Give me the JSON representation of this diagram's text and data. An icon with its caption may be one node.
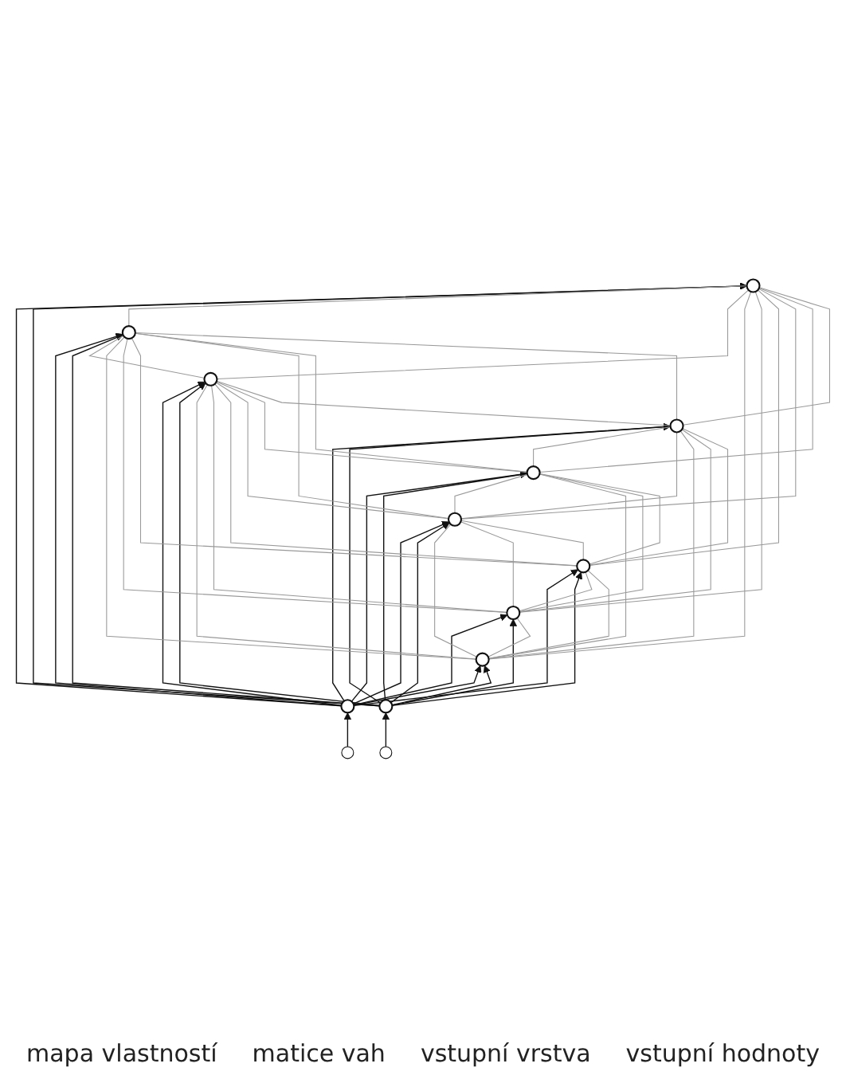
{
  "diagram": {
    "nodes": [
      {
        "text": [],
        "shape": "circle"
      },
      {
        "text": [],
        "shape": "circle"
      },
      {
        "text": [],
        "shape": "circle"
      },
      {
        "text": [],
        "shape": "circle"
      },
      {
        "text": [],
        "shape": "circle"
      },
      {
        "text": [],
        "shape": "circle"
      },
      {
        "text": [],
        "shape": "circle"
      },
      {
        "text": [],
        "shape": "circle"
      },
      {
        "text": [],
        "shape": "circle"
      },
      {
        "text": [],
        "shape": "circle"
      },
      {
        "text": [],
        "shape": "circle"
      }
    ],
    "edges": [
      {
        "from": null,
        "to": 9,
        "arrow": "to",
        "color": "#111111"
      },
      {
        "from": null,
        "to": 10,
        "arrow": "to",
        "color": "#111111"
      },
      {
        "from": 9,
        "to": 0,
        "arrow": "to",
        "color": "#111111"
      },
      {
        "from": 9,
        "to": 1,
        "arrow": "to",
        "color": "#111111"
      },
      {
        "from": 9,
        "to": 2,
        "arrow": "to",
        "color": "#111111"
      },
      {
        "from": 9,
        "to": 3,
        "arrow": "to",
        "color": "#111111"
      },
      {
        "from": 9,
        "to": 4,
        "arrow": "to",
        "color": "#111111"
      },
      {
        "from": 9,
        "to": 5,
        "arrow": "to",
        "color": "#111111"
      },
      {
        "from": 9,
        "to": 6,
        "arrow": "to",
        "color": "#111111"
      },
      {
        "from": 9,
        "to": 7,
        "arrow": "to",
        "color": "#111111"
      },
      {
        "from": 9,
        "to": 8,
        "arrow": "to",
        "color": "#111111"
      },
      {
        "from": 10,
        "to": 0,
        "arrow": "to",
        "color": "#111111"
      },
      {
        "from": 10,
        "to": 1,
        "arrow": "to",
        "color": "#111111"
      },
      {
        "from": 10,
        "to": 2,
        "arrow": "to",
        "color": "#111111"
      },
      {
        "from": 10,
        "to": 3,
        "arrow": "to",
        "color": "#111111"
      },
      {
        "from": 10,
        "to": 4,
        "arrow": "to",
        "color": "#111111"
      },
      {
        "from": 10,
        "to": 5,
        "arrow": "to",
        "color": "#111111"
      },
      {
        "from": 10,
        "to": 6,
        "arrow": "to",
        "color": "#111111"
      },
      {
        "from": 10,
        "to": 7,
        "arrow": "to",
        "color": "#111111"
      },
      {
        "from": 10,
        "to": 8,
        "arrow": "to",
        "color": "#111111"
      },
      {
        "from": 0,
        "to": 1,
        "arrow": "none"
      },
      {
        "from": 1,
        "to": 2,
        "arrow": "none"
      },
      {
        "from": 3,
        "to": 4,
        "arrow": "none"
      },
      {
        "from": 4,
        "to": 5,
        "arrow": "none"
      },
      {
        "from": 6,
        "to": 7,
        "arrow": "none"
      },
      {
        "from": 7,
        "to": 8,
        "arrow": "none"
      },
      {
        "from": 0,
        "to": 2,
        "arrow": "none"
      },
      {
        "from": 3,
        "to": 5,
        "arrow": "none"
      },
      {
        "from": 6,
        "to": 8,
        "arrow": "none"
      },
      {
        "from": 0,
        "to": 3,
        "arrow": "none"
      },
      {
        "from": 0,
        "to": 4,
        "arrow": "none"
      },
      {
        "from": 0,
        "to": 5,
        "arrow": "none"
      },
      {
        "from": 0,
        "to": 6,
        "arrow": "none"
      },
      {
        "from": 0,
        "to": 7,
        "arrow": "none"
      },
      {
        "from": 0,
        "to": 8,
        "arrow": "none"
      },
      {
        "from": 1,
        "to": 3,
        "arrow": "none"
      },
      {
        "from": 1,
        "to": 4,
        "arrow": "none"
      },
      {
        "from": 1,
        "to": 5,
        "arrow": "none"
      },
      {
        "from": 1,
        "to": 6,
        "arrow": "none"
      },
      {
        "from": 1,
        "to": 7,
        "arrow": "none"
      },
      {
        "from": 1,
        "to": 8,
        "arrow": "none"
      },
      {
        "from": 2,
        "to": 3,
        "arrow": "none"
      },
      {
        "from": 2,
        "to": 4,
        "arrow": "none"
      },
      {
        "from": 2,
        "to": 5,
        "arrow": "none"
      },
      {
        "from": 2,
        "to": 6,
        "arrow": "none"
      },
      {
        "from": 2,
        "to": 7,
        "arrow": "none"
      },
      {
        "from": 2,
        "to": 8,
        "arrow": "none"
      },
      {
        "from": 3,
        "to": 6,
        "arrow": "none"
      },
      {
        "from": 3,
        "to": 7,
        "arrow": "none"
      },
      {
        "from": 3,
        "to": 8,
        "arrow": "none"
      },
      {
        "from": 4,
        "to": 6,
        "arrow": "none"
      },
      {
        "from": 4,
        "to": 7,
        "arrow": "none"
      },
      {
        "from": 4,
        "to": 8,
        "arrow": "none"
      },
      {
        "from": 5,
        "to": 6,
        "arrow": "none"
      },
      {
        "from": 5,
        "to": 7,
        "arrow": "none"
      },
      {
        "from": 5,
        "to": 8,
        "arrow": "none"
      }
    ],
    "labels": [
      "mapa vlastností",
      "matice vah",
      "vstupní vrstva",
      "vstupní hodnoty"
    ]
  }
}
